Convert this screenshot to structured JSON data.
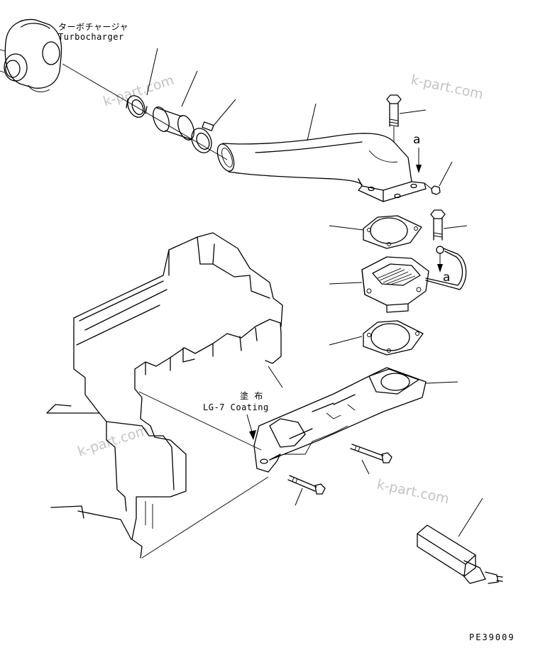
{
  "labels": {
    "turbocharger_ja": "ターボチャージャ",
    "turbocharger_en": "Turbocharger",
    "coating_ja": "塗 布",
    "coating_en": "LG-7 Coating",
    "arrow_top": "a",
    "arrow_mid": "a"
  },
  "watermarks": [
    "k-part.com",
    "k-part.com",
    "k-part.com",
    "k-part.com"
  ],
  "reference_code": "PE39009",
  "colors": {
    "line": "#000000",
    "watermark": "#c4c4c4",
    "background": "#ffffff"
  }
}
